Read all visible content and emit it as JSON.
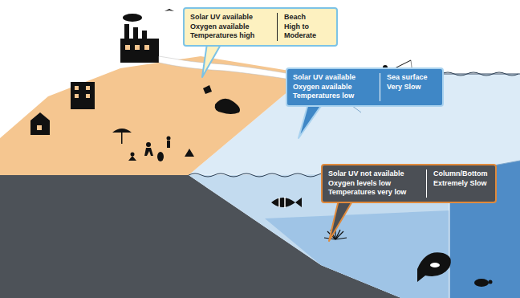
{
  "diagram": {
    "nodes": [
      {
        "text": [
          "Solar UV available Oxygen available Temperatures high",
          "Beach",
          "High to Moderate"
        ]
      },
      {
        "text": [
          "Solar UV available Oxygen available Temperatures low",
          "Sea surface",
          "Very Slow"
        ]
      },
      {
        "text": [
          "Solar UV not available Oxygen levels low Temperatures very low",
          "Column/Bottom",
          "Extremely Slow"
        ]
      }
    ]
  }
}
